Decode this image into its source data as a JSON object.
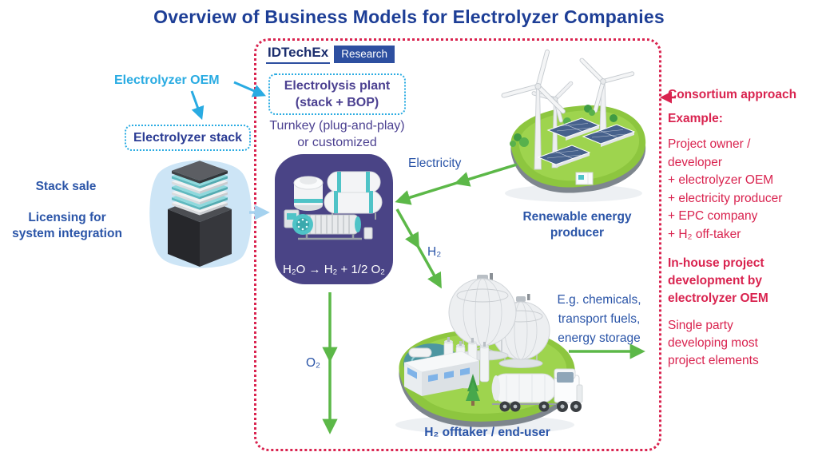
{
  "title": "Overview of Business Models for Electrolyzer Companies",
  "logo": {
    "brand": "IDTechEx",
    "badge": "Research"
  },
  "left_column": {
    "oem_label": "Electrolyzer OEM",
    "stack_box": "Electrolyzer stack",
    "stack_sale": "Stack sale",
    "licensing": "Licensing for\nsystem integration"
  },
  "plant": {
    "box_label": "Electrolysis plant\n(stack + BOP)",
    "delivery": "Turnkey (plug-and-play)\nor customized",
    "formula": "H₂O → H₂ + 1/2 O₂"
  },
  "flows": {
    "electricity": "Electricity",
    "hydrogen": "H₂",
    "oxygen": "O₂"
  },
  "renewable": {
    "label": "Renewable energy\nproducer"
  },
  "offtaker": {
    "uses": "E.g. chemicals,\ntransport fuels,\nenergy storage",
    "label": "H₂ offtaker / end-user"
  },
  "right_panel": {
    "consortium_title": "Consortium approach",
    "example_heading": "Example:",
    "members": [
      "Project owner /\ndeveloper",
      "+ electrolyzer OEM",
      "+ electricity producer",
      "+ EPC company",
      "+ H₂ off-taker"
    ],
    "inhouse_title": "In-house project\ndevelopment by\nelectrolyzer OEM",
    "inhouse_desc": "Single party\ndeveloping most\nproject elements"
  },
  "colors": {
    "title_blue": "#1d3e96",
    "label_blue": "#2b55a8",
    "cyan": "#29abe2",
    "purple_text": "#4c4191",
    "purple_box": "#4a4486",
    "green": "#5cb848",
    "red": "#d9234f"
  }
}
